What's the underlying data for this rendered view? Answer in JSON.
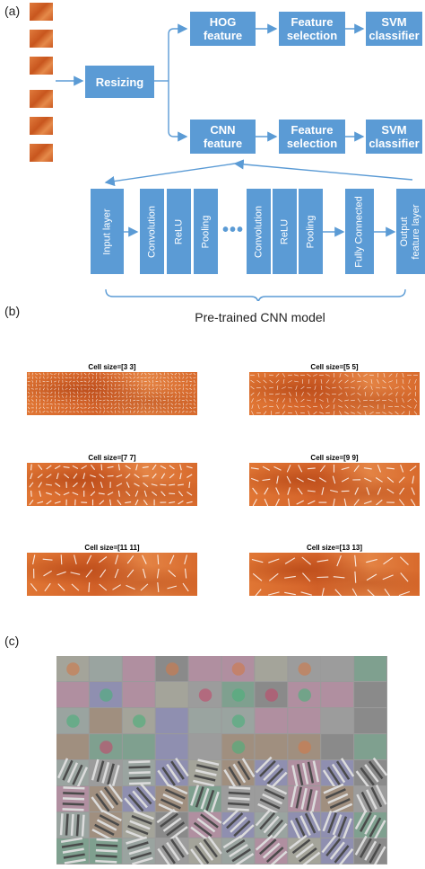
{
  "panels": {
    "a": "(a)",
    "b": "(b)",
    "c": "(c)"
  },
  "pipeline": {
    "resizing": "Resizing",
    "hog_feature": [
      "HOG",
      "feature"
    ],
    "feature_selection_1": [
      "Feature",
      "selection"
    ],
    "svm_1": [
      "SVM",
      "classifier"
    ],
    "cnn_feature": [
      "CNN",
      "feature"
    ],
    "feature_selection_2": [
      "Feature",
      "selection"
    ],
    "svm_2": [
      "SVM",
      "classifier"
    ]
  },
  "cnn_layers": {
    "input": "Input layer",
    "conv1": "Convolution",
    "relu1": "ReLU",
    "pool1": "Pooling",
    "ellipsis": "•••",
    "conv2": "Convolution",
    "relu2": "ReLU",
    "pool2": "Pooling",
    "fc": "Fully Connected",
    "output": [
      "Output",
      "feature layer"
    ]
  },
  "cnn_caption": "Pre-trained CNN model",
  "hog_panels": [
    {
      "title": "Cell size=[3 3]",
      "cell": 3
    },
    {
      "title": "Cell size=[5 5]",
      "cell": 5
    },
    {
      "title": "Cell size=[7 7]",
      "cell": 7
    },
    {
      "title": "Cell size=[9 9]",
      "cell": 9
    },
    {
      "title": "Cell size=[11 11]",
      "cell": 11
    },
    {
      "title": "Cell size=[13 13]",
      "cell": 13
    }
  ],
  "colors": {
    "box": "#5b9bd5",
    "arrow": "#5b9bd5",
    "texture": "#d4632a"
  }
}
